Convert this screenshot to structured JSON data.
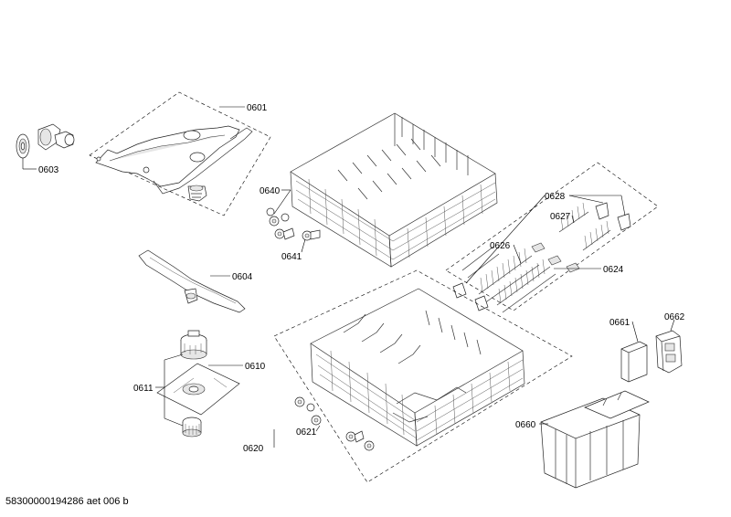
{
  "labels": {
    "p0601": "0601",
    "p0603": "0603",
    "p0640": "0640",
    "p0641": "0641",
    "p0604": "0604",
    "p0628": "0628",
    "p0627": "0627",
    "p0626": "0626",
    "p0624": "0624",
    "p0661": "0661",
    "p0662": "0662",
    "p0610": "0610",
    "p0611": "0611",
    "p0621": "0621",
    "p0620": "0620",
    "p0660": "0660"
  },
  "footer": "58300000194286 aet 006 b"
}
